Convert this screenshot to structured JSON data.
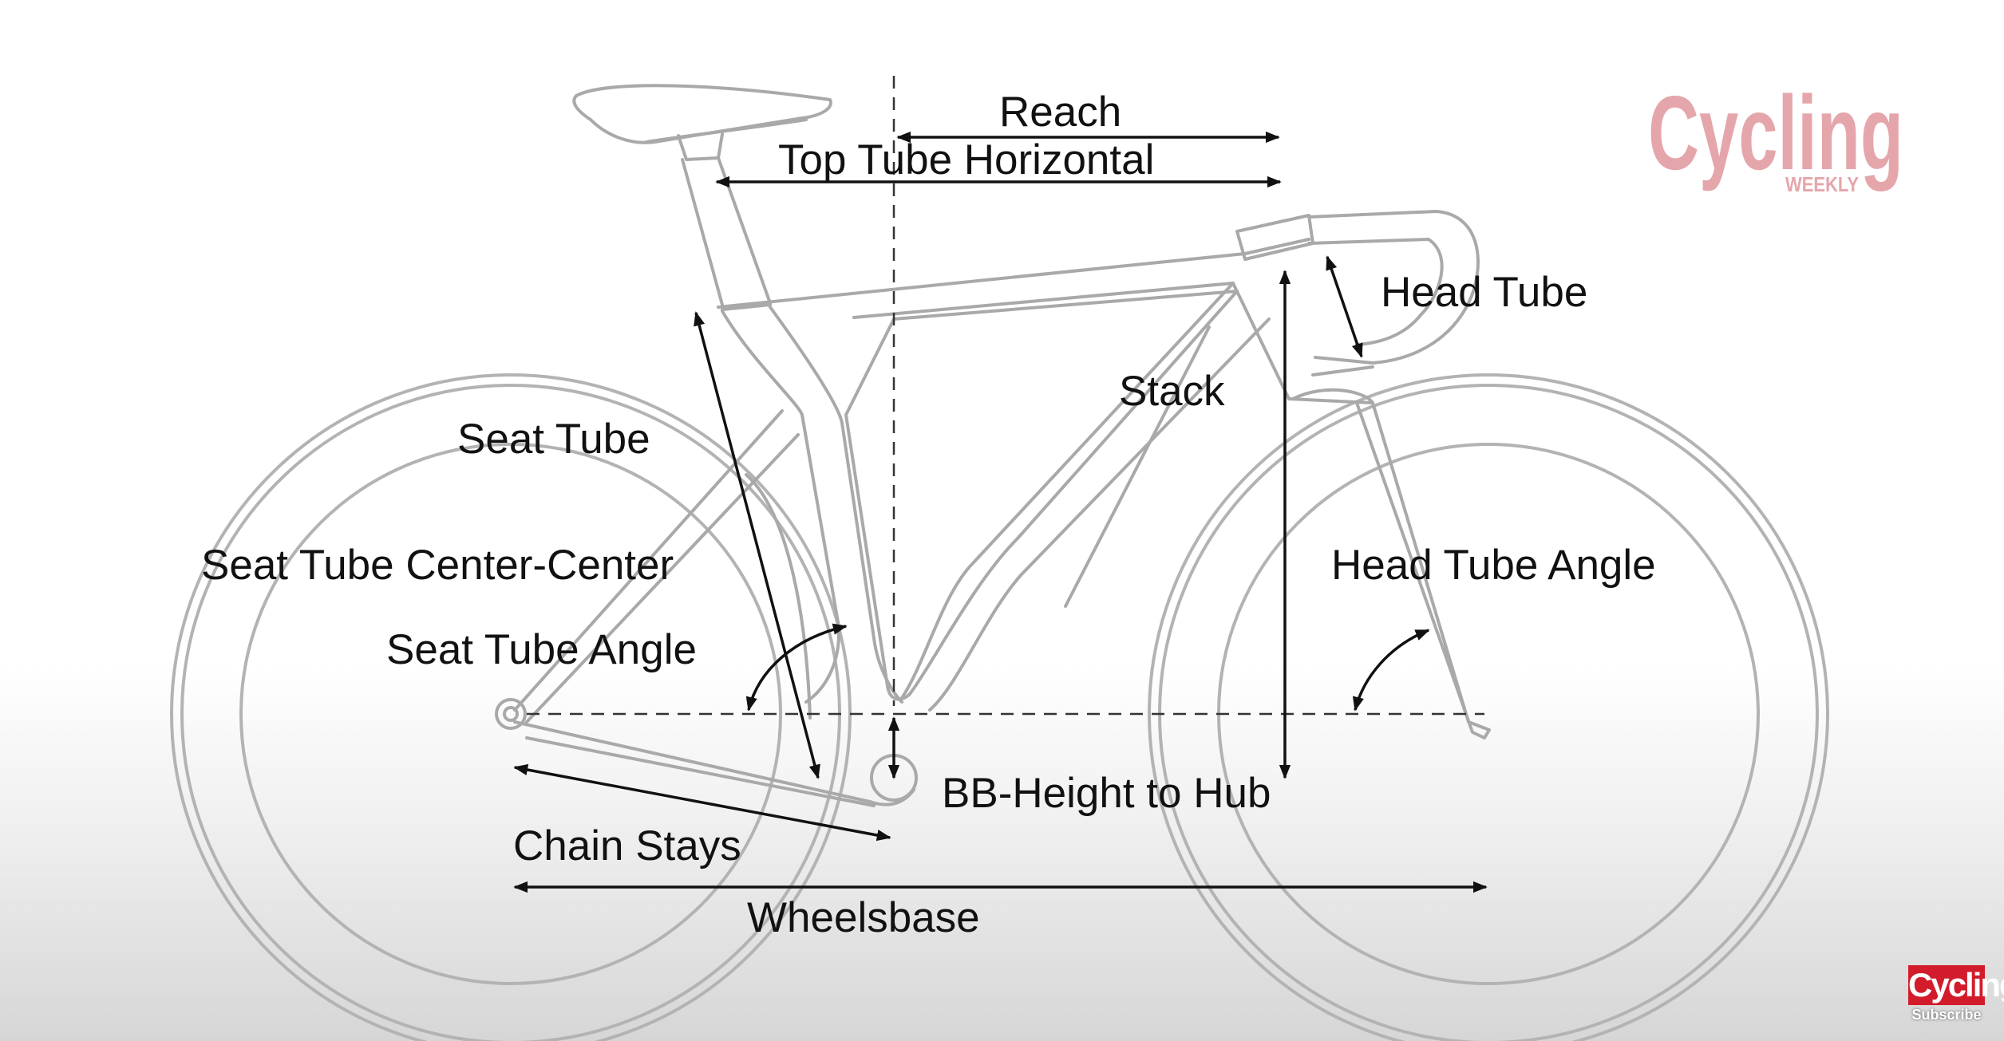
{
  "logo": {
    "text": "Cycling",
    "sub": "WEEKLY",
    "color": "#e5a6ab"
  },
  "labels": {
    "reach": "Reach",
    "top_tube": "Top Tube Horizontal",
    "head_tube": "Head Tube",
    "stack": "Stack",
    "seat_tube": "Seat Tube",
    "seat_tube_cc": "Seat Tube Center-Center",
    "seat_tube_angle": "Seat Tube Angle",
    "head_tube_angle": "Head Tube Angle",
    "bb_height": "BB-Height to Hub",
    "chain_stays": "Chain Stays",
    "wheelbase": "Wheelsbase"
  },
  "badge": {
    "logo": "Cycling",
    "action": "Subscribe"
  },
  "icons": [
    "play-overlay-none",
    "subscribe-logo-icon"
  ]
}
